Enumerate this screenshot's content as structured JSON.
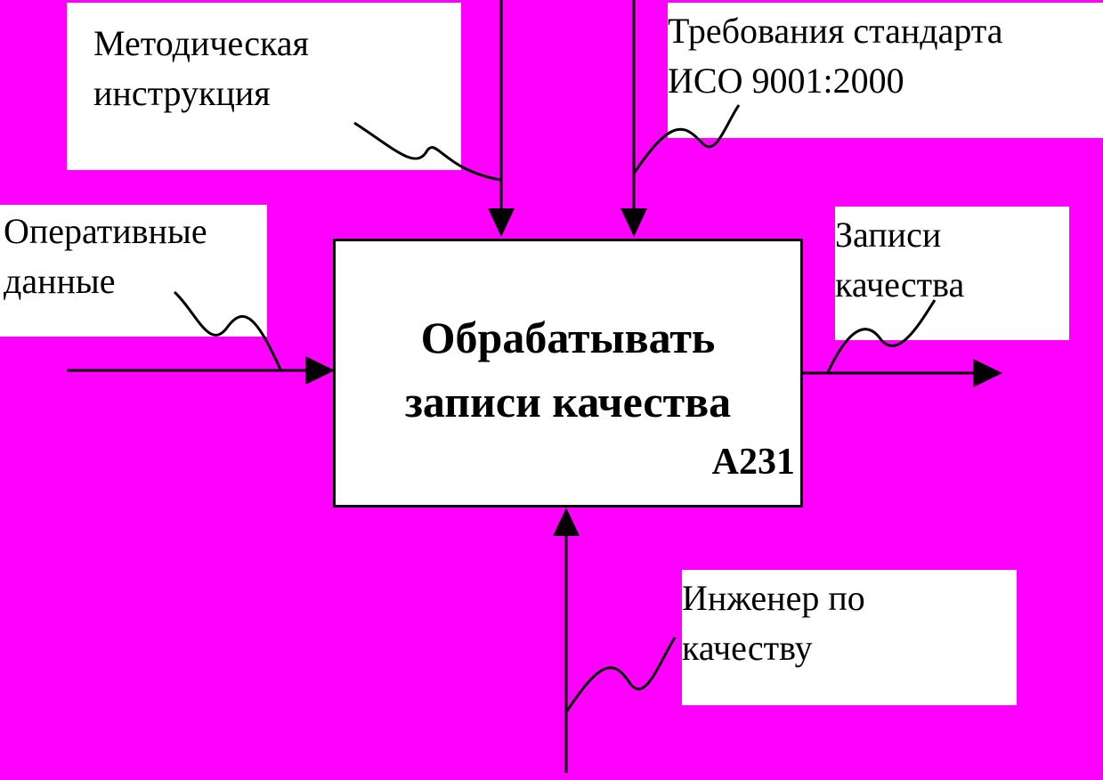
{
  "colors": {
    "background": "#ff00ff",
    "box": "#ffffff",
    "line": "#000000"
  },
  "function": {
    "title": "Обрабатывать\nзаписи качества",
    "id": "A231"
  },
  "inputs": {
    "operative_data": "Оперативные\nданные"
  },
  "controls": {
    "method_instruction": "Методическая\nинструкция",
    "iso_requirements": "Требования стандарта\nИСО 9001:2000"
  },
  "outputs": {
    "quality_records": "Записи\nкачества"
  },
  "mechanisms": {
    "quality_engineer": "Инженер по\nкачеству"
  }
}
